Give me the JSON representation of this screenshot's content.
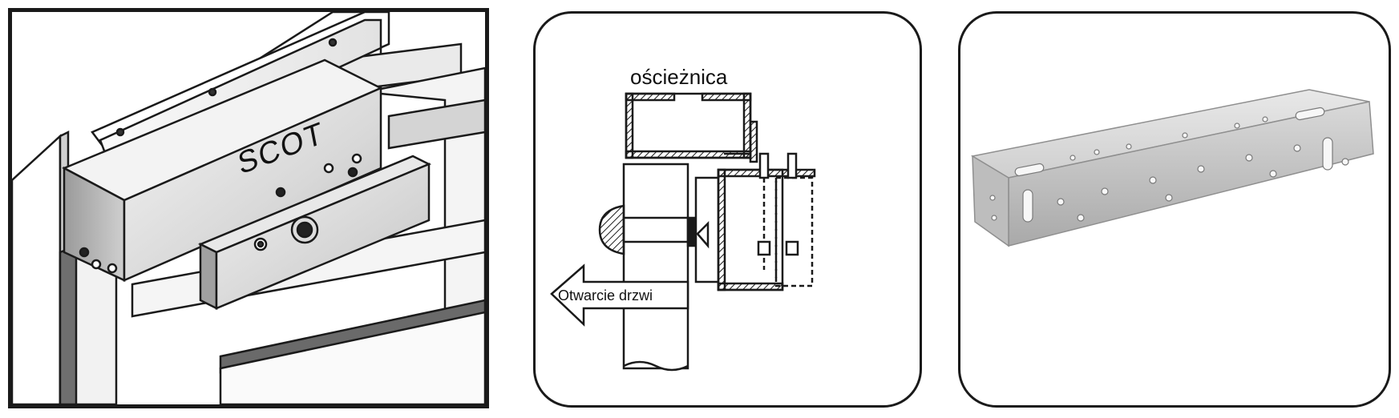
{
  "illustration": {
    "brand_logo": "SCOT"
  },
  "diagram": {
    "frame_label": "ościeżnica",
    "door_open_label": "Otwarcie drzwi"
  },
  "colors": {
    "line": "#1a1a1a",
    "metal_light": "#e6e6e6",
    "metal_mid": "#bdbdbd",
    "metal_dark": "#8a8a8a"
  },
  "icons": [
    "arrow-left-icon"
  ]
}
